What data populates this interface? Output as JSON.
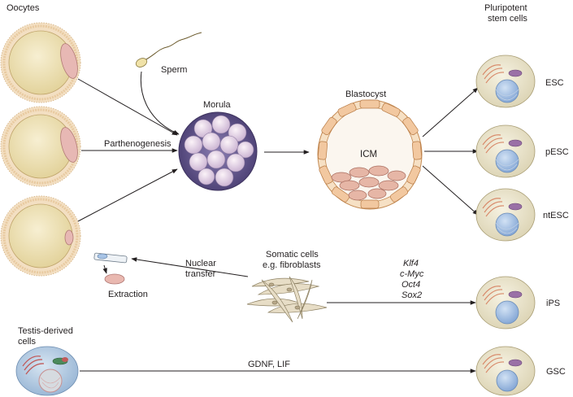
{
  "labels": {
    "oocytes": "Oocytes",
    "sperm": "Sperm",
    "parthenogenesis": "Parthenogenesis",
    "morula": "Morula",
    "blastocyst": "Blastocyst",
    "icm": "ICM",
    "pluripotent_line1": "Pluripotent",
    "pluripotent_line2": "stem cells",
    "nuclear_line1": "Nuclear",
    "nuclear_line2": "transfer",
    "extraction": "Extraction",
    "somatic_line1": "Somatic cells",
    "somatic_line2": "e.g. fibroblasts",
    "factors": [
      "Klf4",
      "c-Myc",
      "Oct4",
      "Sox2"
    ],
    "testis_line1": "Testis-derived",
    "testis_line2": "cells",
    "gdnf": "GDNF, LIF"
  },
  "stem_cells": [
    "ESC",
    "pESC",
    "ntESC",
    "iPS",
    "GSC"
  ],
  "colors": {
    "oocyte_fill": "#efe3b4",
    "oocyte_zona": "#f5dfc0",
    "blastomere": "#e9d6e6",
    "morula_bg": "#5c4f86",
    "blastocyst_cell": "#f0c8a0",
    "stem_cell_fill": "#ece7cf",
    "nucleus": "#a8c4e6",
    "testis_fill": "#b8cfe6",
    "fibroblast": "#e6dcc4",
    "line": "#231f20"
  }
}
